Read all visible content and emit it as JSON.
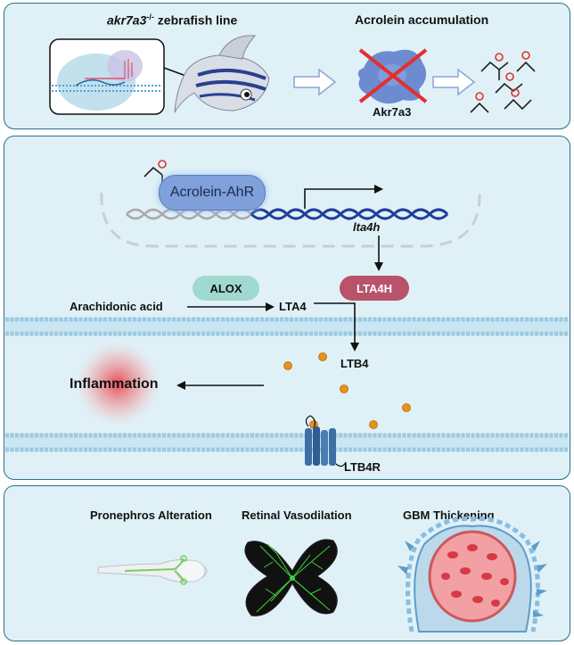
{
  "top": {
    "line_title_gene": "akr7a3",
    "line_title_sup": "-/-",
    "line_title_rest": " zebrafish line",
    "accum_title": "Acrolein accumulation",
    "enzyme_label": "Akr7a3"
  },
  "middle": {
    "complex_label": "Acrolein-AhR",
    "gene_label": "lta4h",
    "lta4h_label": "LTA4H",
    "alox_label": "ALOX",
    "substrate_label": "Arachidonic acid",
    "lta4_label": "LTA4",
    "ltb4_label": "LTB4",
    "receptor_label": "LTB4R",
    "inflammation_label": "Inflammation"
  },
  "bottom": {
    "phenotype_1": "Pronephros Alteration",
    "phenotype_2": "Retinal Vasodilation",
    "phenotype_3": "GBM Thickening"
  },
  "colors": {
    "panel_bg": "#dff1f7",
    "panel_border": "#2c6f8c",
    "alox_pill": "#9fd9cf",
    "lta4h_pill": "#b8536a",
    "complex_pill": "#7fa0d8",
    "dna_active": "#1e3f9a",
    "ltb4_dot": "#e8911c",
    "membrane": "#9ec9e0",
    "inflammation_glow": "#e8434a"
  }
}
